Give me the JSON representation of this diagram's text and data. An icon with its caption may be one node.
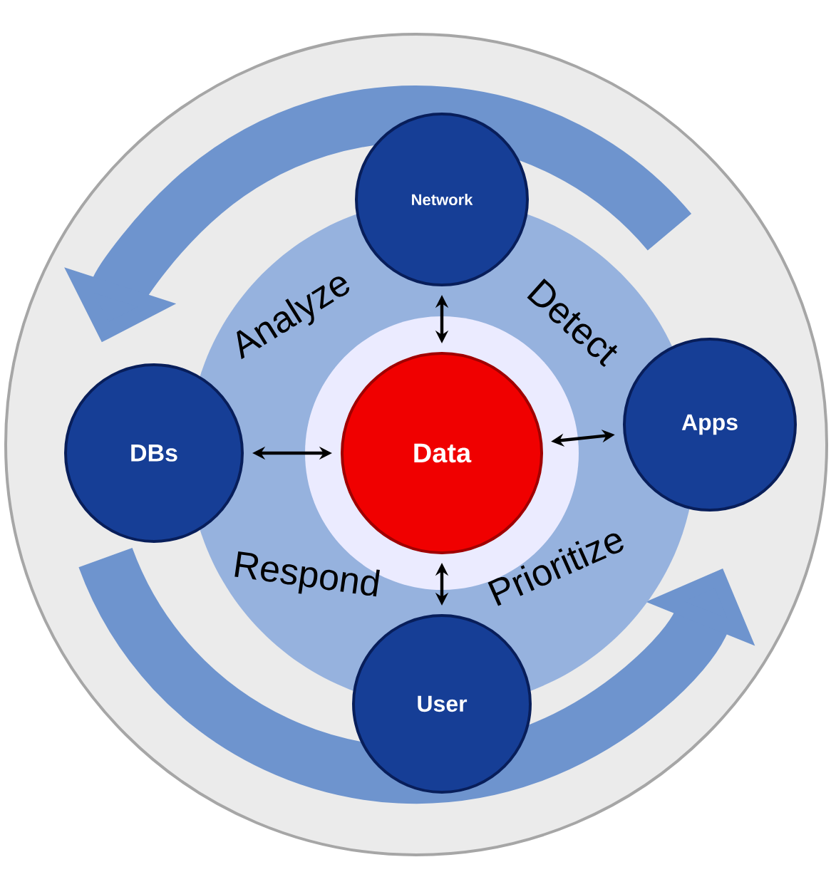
{
  "diagram": {
    "nodes": [
      {
        "text": [
          "Network"
        ]
      },
      {
        "text": [
          "DBs"
        ]
      },
      {
        "text": [
          "Data"
        ]
      },
      {
        "text": [
          "Apps"
        ]
      },
      {
        "text": [
          "User"
        ]
      }
    ],
    "edges": [
      {
        "from": 2,
        "to": 0,
        "arrow": "both"
      },
      {
        "from": 2,
        "to": 1,
        "arrow": "both"
      },
      {
        "from": 2,
        "to": 3,
        "arrow": "both"
      },
      {
        "from": 2,
        "to": 4,
        "arrow": "both"
      }
    ],
    "labels": [
      "Analyze",
      "Detect",
      "Respond",
      "Prioritize"
    ]
  }
}
